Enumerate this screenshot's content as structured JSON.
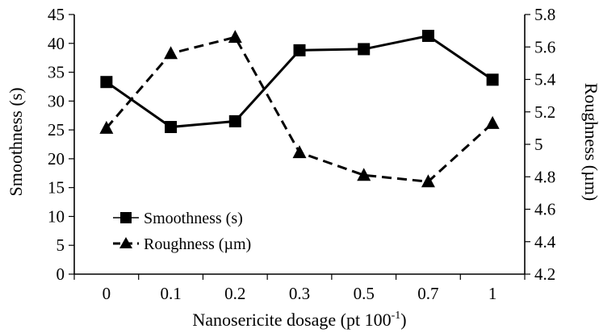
{
  "chart_data": {
    "type": "line",
    "categories": [
      "0",
      "0.1",
      "0.2",
      "0.3",
      "0.5",
      "0.7",
      "1"
    ],
    "xlabel": "Nanosericite dosage (pt 100",
    "xlabel_sup": "-1",
    "xlabel_tail": ")",
    "ylabel": "Smoothness (s)",
    "y2label": "Roughness (µm)",
    "ylim": [
      0,
      45
    ],
    "y_ticks": [
      "0",
      "5",
      "10",
      "15",
      "20",
      "25",
      "30",
      "35",
      "40",
      "45"
    ],
    "y2lim": [
      4.2,
      5.8
    ],
    "y2_ticks": [
      "4.2",
      "4.4",
      "4.6",
      "4.8",
      "5",
      "5.2",
      "5.4",
      "5.6",
      "5.8"
    ],
    "grid": false,
    "legend_position": "bottom-left",
    "series": [
      {
        "name": "Smoothness (s)",
        "axis": "left",
        "marker": "square",
        "line_style": "solid",
        "color": "#000000",
        "values": [
          33.3,
          25.5,
          26.5,
          38.8,
          39.0,
          41.3,
          33.7
        ]
      },
      {
        "name": "Roughness (µm)",
        "axis": "right",
        "marker": "triangle",
        "line_style": "dashed",
        "color": "#000000",
        "values": [
          5.1,
          5.56,
          5.66,
          4.95,
          4.81,
          4.77,
          5.13
        ]
      }
    ]
  }
}
